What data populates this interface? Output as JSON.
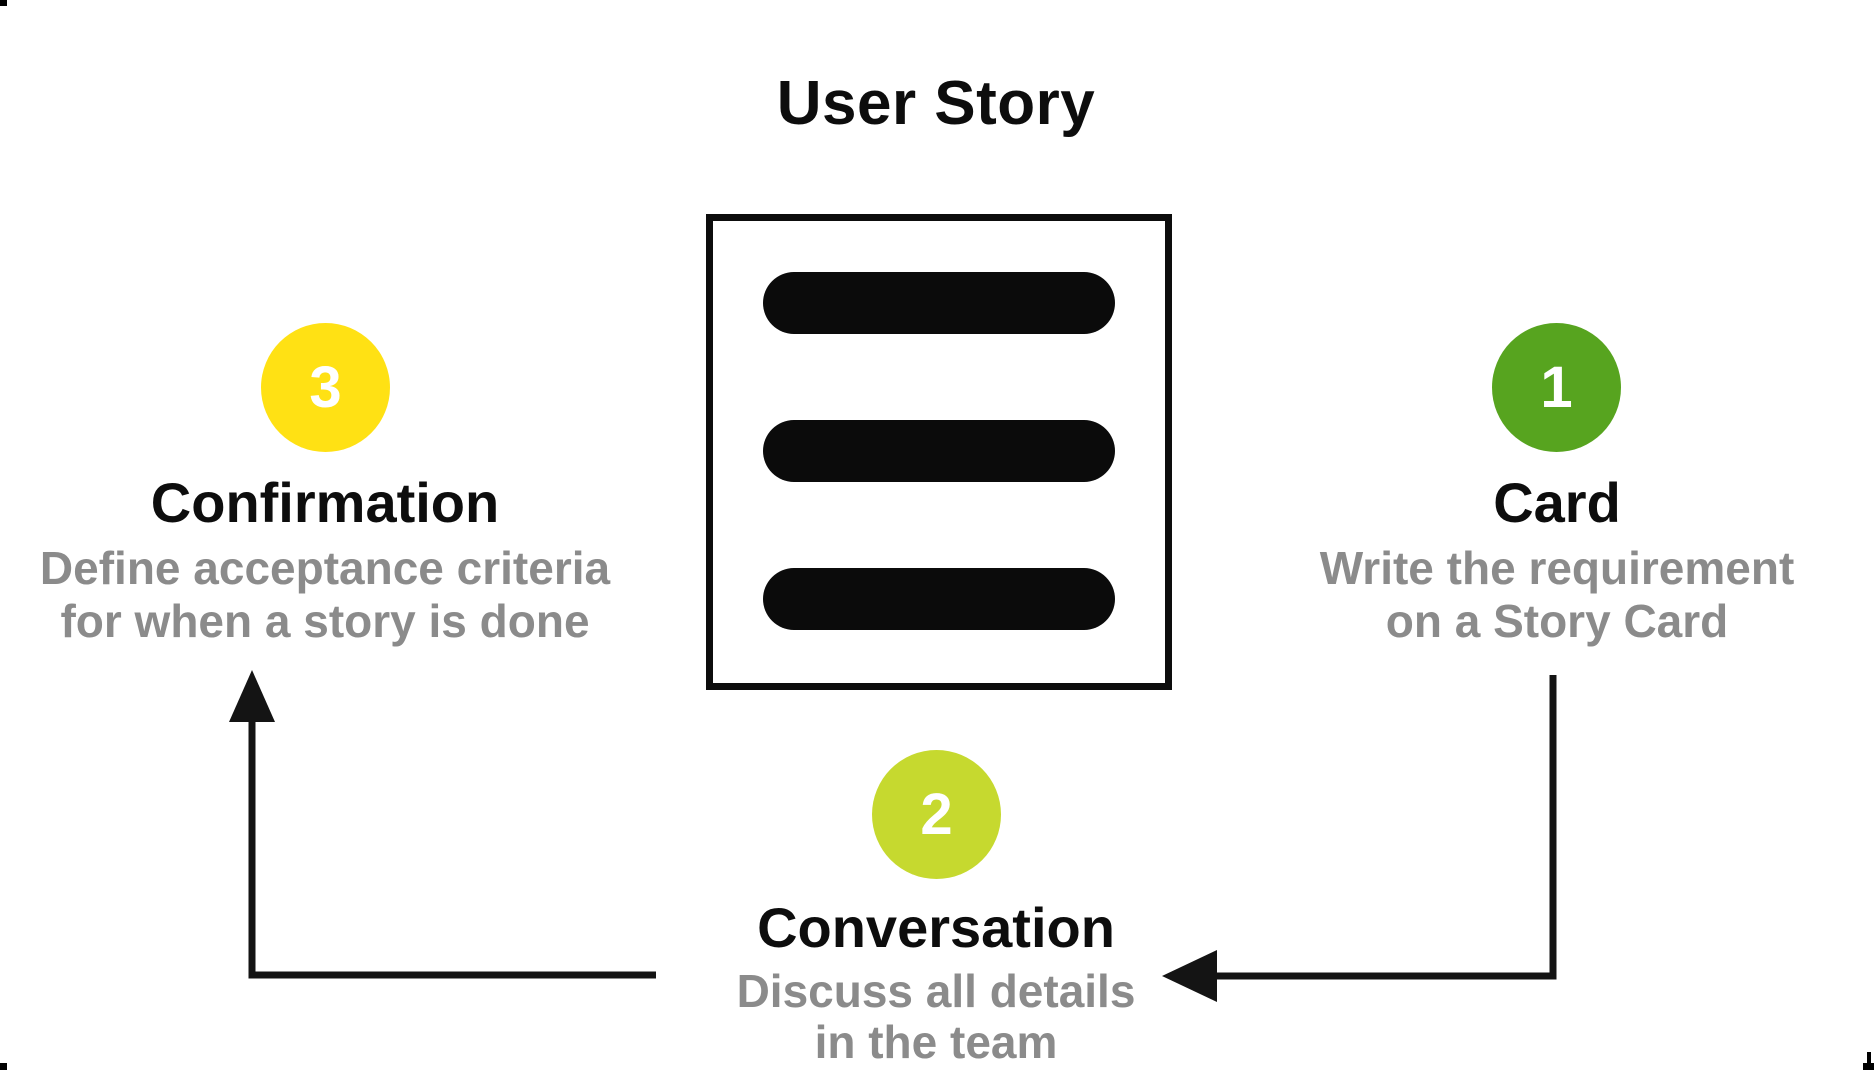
{
  "title": "User Story",
  "card_icon": {
    "name": "story-card-icon",
    "lines": 3
  },
  "colors": {
    "ink": "#0d0d0d",
    "gray_text": "#8b8b8b",
    "step1_green": "#57A41F",
    "step2_lime": "#C6D92F",
    "step3_yellow": "#FFE114"
  },
  "steps": [
    {
      "number": "1",
      "label": "Card",
      "desc_line1": "Write the requirement",
      "desc_line2": "on a Story Card",
      "badge_style": "background:#57A41F"
    },
    {
      "number": "2",
      "label": "Conversation",
      "desc_line1": "Discuss all details",
      "desc_line2": "in the team",
      "badge_style": "background:#C6D92F"
    },
    {
      "number": "3",
      "label": "Confirmation",
      "desc_line1": "Define acceptance criteria",
      "desc_line2": "for when a story is done",
      "badge_style": "background:#FFE114"
    }
  ]
}
